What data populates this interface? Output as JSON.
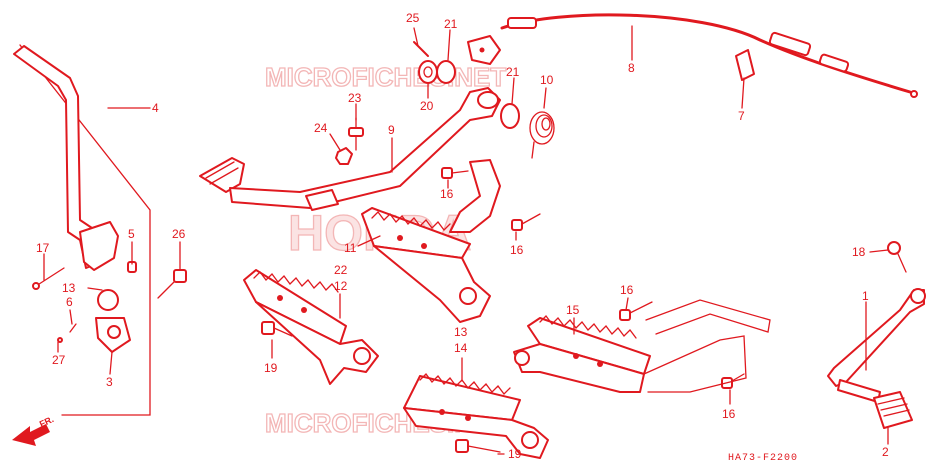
{
  "watermarks": {
    "top": "MICROFICHES.NET",
    "bottom": "MICROFICHES.NET",
    "brand": "HONDA"
  },
  "diagram_code": "HA73-F2200",
  "direction_label": "FR.",
  "callouts": [
    {
      "id": "c25",
      "text": "25"
    },
    {
      "id": "c21a",
      "text": "21"
    },
    {
      "id": "c8",
      "text": "8"
    },
    {
      "id": "c20",
      "text": "20"
    },
    {
      "id": "c21b",
      "text": "21"
    },
    {
      "id": "c10",
      "text": "10"
    },
    {
      "id": "c7",
      "text": "7"
    },
    {
      "id": "c4",
      "text": "4"
    },
    {
      "id": "c23",
      "text": "23"
    },
    {
      "id": "c24",
      "text": "24"
    },
    {
      "id": "c9",
      "text": "9"
    },
    {
      "id": "c16a",
      "text": "16"
    },
    {
      "id": "c16b",
      "text": "16"
    },
    {
      "id": "c5",
      "text": "5"
    },
    {
      "id": "c26",
      "text": "26"
    },
    {
      "id": "c17",
      "text": "17"
    },
    {
      "id": "c11",
      "text": "11"
    },
    {
      "id": "c18",
      "text": "18"
    },
    {
      "id": "c22",
      "text": "22"
    },
    {
      "id": "c12",
      "text": "12"
    },
    {
      "id": "c13a",
      "text": "13"
    },
    {
      "id": "c6",
      "text": "6"
    },
    {
      "id": "c16c",
      "text": "16"
    },
    {
      "id": "c15",
      "text": "15"
    },
    {
      "id": "c1",
      "text": "1"
    },
    {
      "id": "c27",
      "text": "27"
    },
    {
      "id": "c19a",
      "text": "19"
    },
    {
      "id": "c13b",
      "text": "13"
    },
    {
      "id": "c14",
      "text": "14"
    },
    {
      "id": "c3",
      "text": "3"
    },
    {
      "id": "c16d",
      "text": "16"
    },
    {
      "id": "c2",
      "text": "2"
    },
    {
      "id": "c19b",
      "text": "19"
    }
  ],
  "colors": {
    "line": "#e0191f",
    "watermark": "#f3b6b6",
    "background": "#ffffff"
  }
}
